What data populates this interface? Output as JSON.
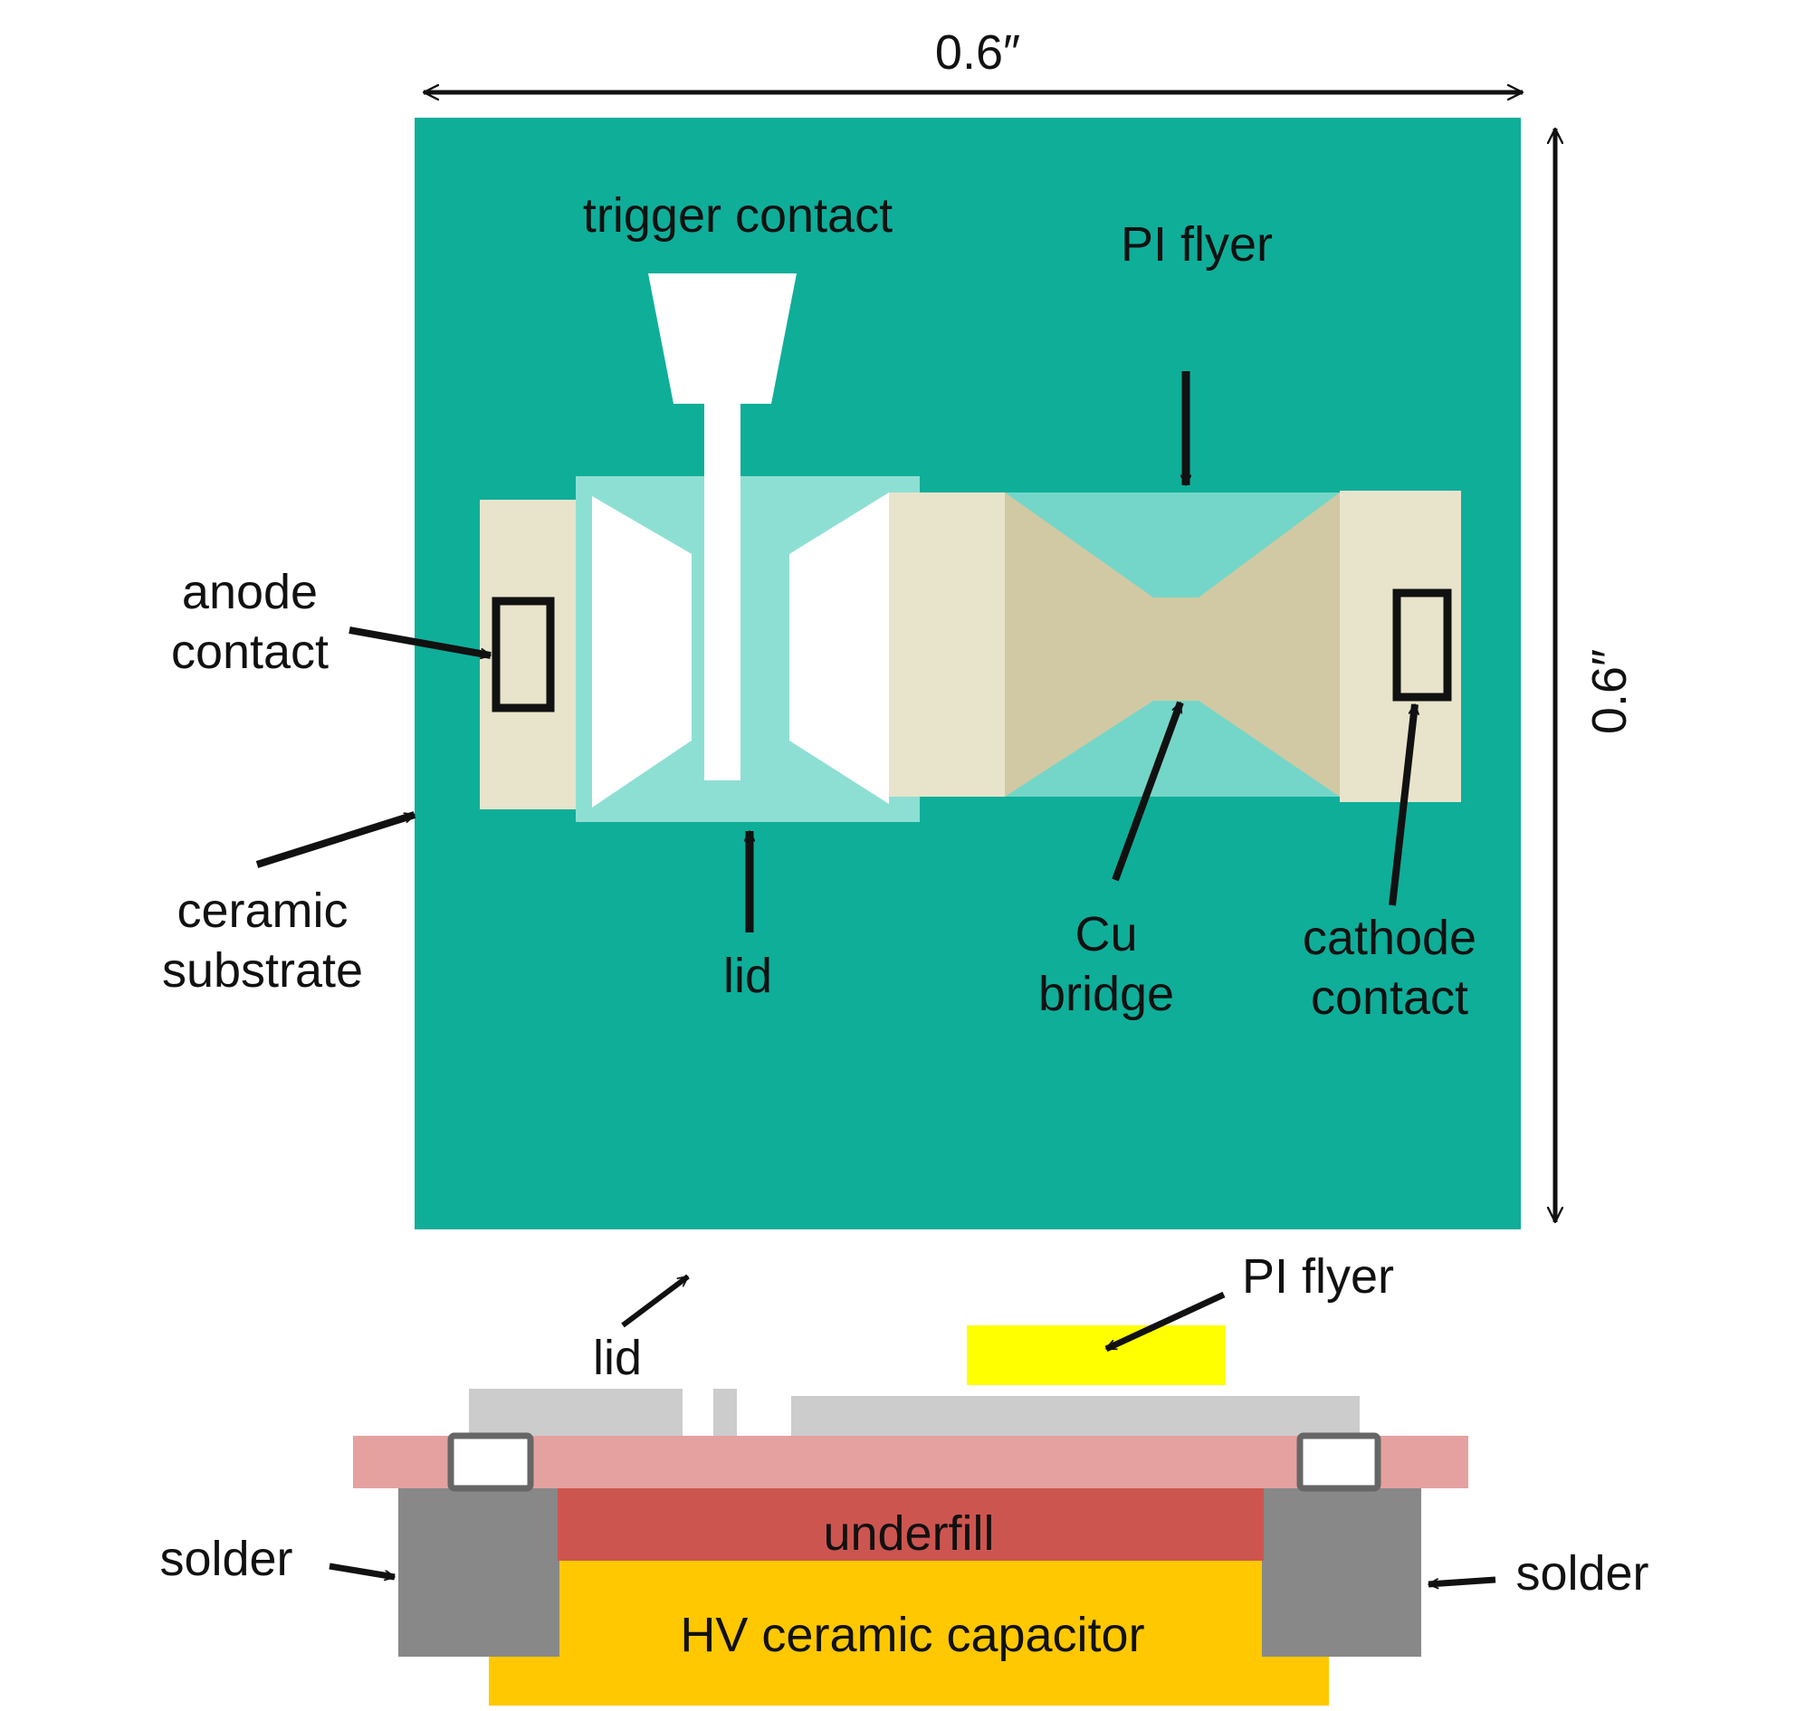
{
  "labels": {
    "dim_width": "0.6″",
    "dim_height": "0.6″",
    "trigger_contact": "trigger contact",
    "pi_flyer_top": "PI flyer",
    "anode_line1": "anode",
    "anode_line2": "contact",
    "ceramic_line1": "ceramic",
    "ceramic_line2": "substrate",
    "lid_top": "lid",
    "cu_line1": "Cu",
    "cu_line2": "bridge",
    "cathode_line1": "cathode",
    "cathode_line2": "contact",
    "lid_bottom": "lid",
    "pi_flyer_bottom": "PI flyer",
    "underfill": "underfill",
    "solder_left": "solder",
    "solder_right": "solder",
    "capacitor": "HV ceramic capacitor"
  },
  "colors": {
    "substrate": "#0fae99",
    "electrode": "#e8e4cb",
    "lid": "#8edfd3",
    "flyer_window": "#74d6c8",
    "cu_bridge": "#d1c9a3",
    "gap_white": "#ffffff",
    "flyer_yellow": "#ffff00",
    "lid_gray": "#cccccc",
    "board_pink": "#e5a1a0",
    "underfill_red": "#cd5550",
    "solder_gray": "#888888",
    "capacitor_yellow": "#ffc800",
    "line": "#111111"
  }
}
